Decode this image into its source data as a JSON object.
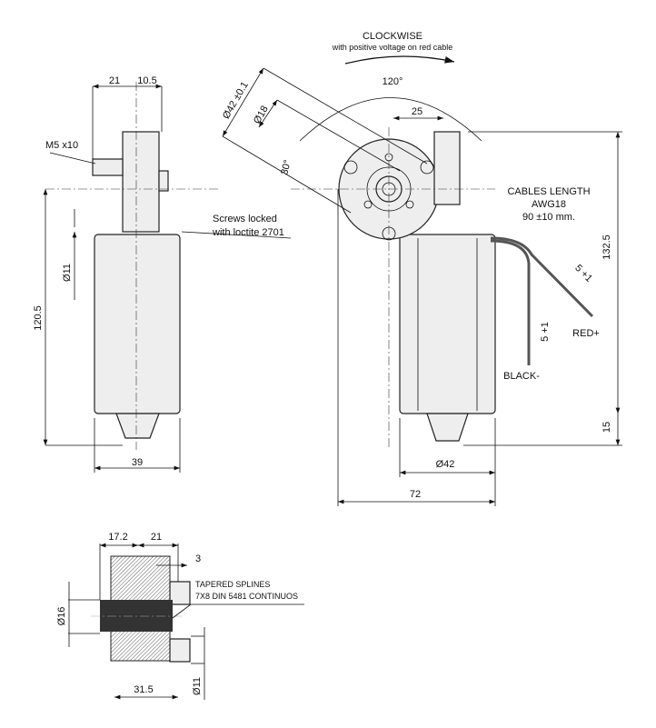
{
  "side_view": {
    "dim_21": "21",
    "dim_10_5": "10.5",
    "thread_label": "M5 x10",
    "shaft_dia": "Ø11",
    "height": "120.5",
    "width": "39",
    "screws_note_1": "Screws locked",
    "screws_note_2": "with loctite 2701"
  },
  "front_view": {
    "rotation_title": "CLOCKWISE",
    "rotation_subtitle": "with positive voltage on red cable",
    "angle_120": "120°",
    "dim_25": "25",
    "flange_dia": "Ø42 ±0.1",
    "bore_dia": "Ø18",
    "angle_30": "30°",
    "cables_title": "CABLES LENGTH",
    "cables_gauge": "AWG18",
    "cables_length": "90 ±10 mm.",
    "height": "132.5",
    "red_strip": "5 +1",
    "red_label": "RED+",
    "black_strip": "5 +1",
    "black_label": "BLACK-",
    "cap_height": "15",
    "motor_dia": "Ø42",
    "total_width": "72"
  },
  "section_view": {
    "dim_17_2": "17.2",
    "dim_21": "21",
    "dim_3": "3",
    "splines_note_1": "TAPERED SPLINES",
    "splines_note_2": "7X8 DIN 5481 CONTINUOS",
    "bore_dia": "Ø16",
    "width": "31.5",
    "shaft_dia": "Ø11"
  }
}
